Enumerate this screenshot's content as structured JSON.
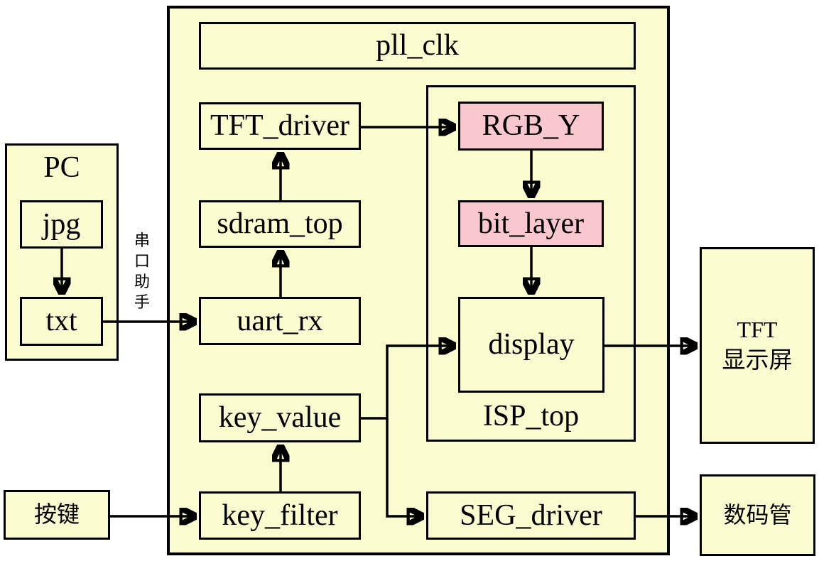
{
  "colors": {
    "background": "#FFFFFF",
    "module_fill": "#FBFBD0",
    "highlight_fill": "#F9C8CE",
    "border": "#000000"
  },
  "fpga": {
    "pll_clk": "pll_clk",
    "tft_driver": "TFT_driver",
    "sdram_top": "sdram_top",
    "uart_rx": "uart_rx",
    "key_value": "key_value",
    "key_filter": "key_filter",
    "seg_driver": "SEG_driver",
    "isp_top": {
      "label": "ISP_top",
      "rgb_y": "RGB_Y",
      "bit_layer": "bit_layer",
      "display": "display"
    }
  },
  "peripherals": {
    "pc": {
      "label": "PC",
      "jpg": "jpg",
      "txt": "txt"
    },
    "serial_helper": "串口助手",
    "key_input": "按键",
    "tft_screen": {
      "line1": "TFT",
      "line2": "显示屏"
    },
    "seg_display": "数码管"
  },
  "connections": [
    {
      "from": "jpg",
      "to": "txt"
    },
    {
      "from": "txt",
      "to": "uart_rx",
      "via": "串口助手"
    },
    {
      "from": "uart_rx",
      "to": "sdram_top"
    },
    {
      "from": "sdram_top",
      "to": "TFT_driver"
    },
    {
      "from": "TFT_driver",
      "to": "RGB_Y"
    },
    {
      "from": "RGB_Y",
      "to": "bit_layer"
    },
    {
      "from": "bit_layer",
      "to": "display"
    },
    {
      "from": "key_filter",
      "to": "key_value"
    },
    {
      "from": "key_value",
      "to": "display"
    },
    {
      "from": "key_value",
      "to": "SEG_driver"
    },
    {
      "from": "按键",
      "to": "key_filter"
    },
    {
      "from": "display",
      "to": "TFT 显示屏"
    },
    {
      "from": "SEG_driver",
      "to": "数码管"
    }
  ]
}
